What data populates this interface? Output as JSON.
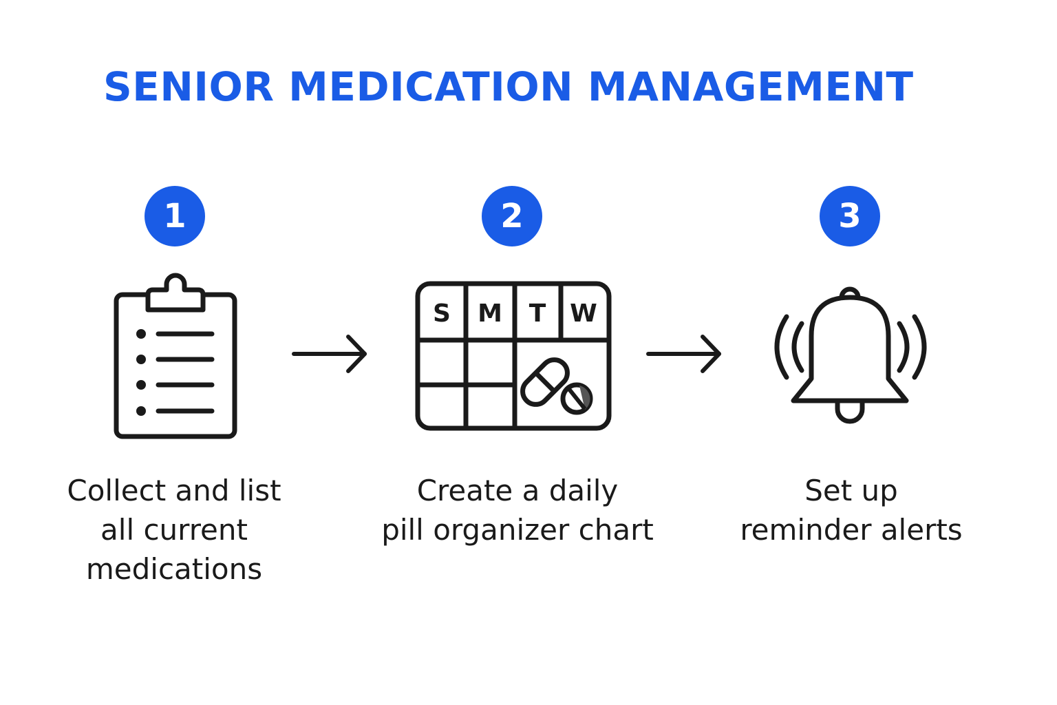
{
  "title": "SENIOR MEDICATION MANAGEMENT",
  "accent_color": "#1a5ce6",
  "text_color": "#1a1a1a",
  "steps": [
    {
      "number": "1",
      "icon": "clipboard-list-icon",
      "caption_lines": [
        "Collect and list",
        "all current",
        "medications"
      ]
    },
    {
      "number": "2",
      "icon": "pill-organizer-calendar-icon",
      "days": [
        "S",
        "M",
        "T",
        "W"
      ],
      "caption_lines": [
        "Create a daily",
        "pill organizer chart"
      ]
    },
    {
      "number": "3",
      "icon": "ringing-bell-icon",
      "caption_lines": [
        "Set up",
        "reminder alerts"
      ]
    }
  ],
  "connectors": [
    "arrow-right-icon",
    "arrow-right-icon"
  ]
}
